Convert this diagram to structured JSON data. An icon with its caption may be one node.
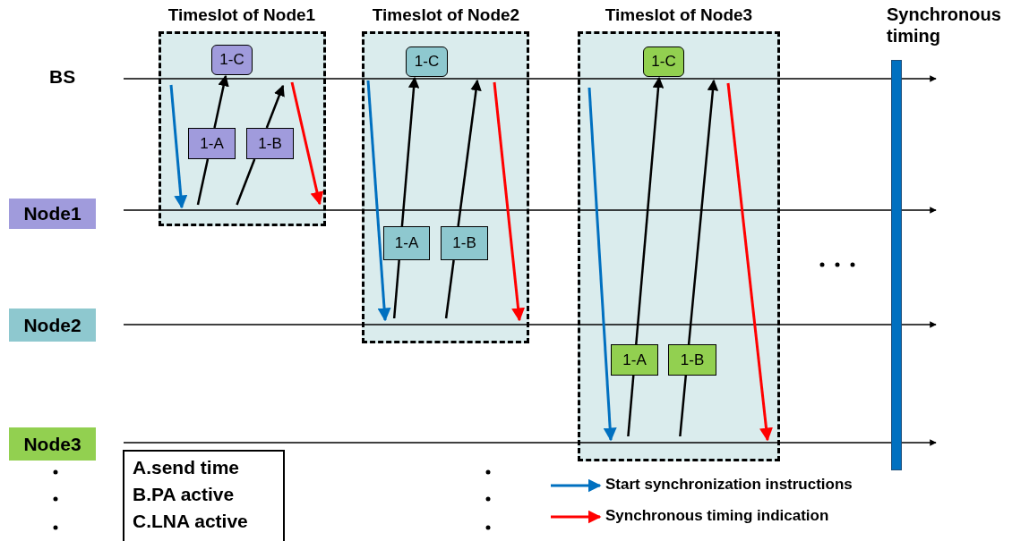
{
  "diagram": {
    "nodes": [
      {
        "text": [
          "Timeslot of Node1"
        ]
      },
      {
        "text": [
          "1-C"
        ],
        "in": 0
      },
      {
        "text": [
          "1-A"
        ],
        "in": 0
      },
      {
        "text": [
          "1-B"
        ],
        "in": 0
      },
      {
        "text": [
          "Timeslot of Node2"
        ]
      },
      {
        "text": [
          "1-C"
        ],
        "in": 4
      },
      {
        "text": [
          "1-A"
        ],
        "in": 4
      },
      {
        "text": [
          "1-B"
        ],
        "in": 4
      },
      {
        "text": [
          "Timeslot of Node3"
        ]
      },
      {
        "text": [
          "1-C"
        ],
        "in": 8
      },
      {
        "text": [
          "1-A"
        ],
        "in": 8
      },
      {
        "text": [
          "1-B"
        ],
        "in": 8
      },
      {
        "text": [
          "Synchronous timing"
        ]
      },
      {
        "text": [
          "Node1"
        ]
      },
      {
        "text": [
          "Node2"
        ]
      },
      {
        "text": [
          "Node3"
        ]
      },
      {
        "text": [
          "A.send time",
          "B.PA active",
          "C.LNA active"
        ]
      }
    ],
    "edges": [
      {
        "from": 2,
        "to": 1,
        "arrow": "to"
      },
      {
        "from": 3,
        "to": null,
        "arrow": "to"
      },
      {
        "from": 6,
        "to": 5,
        "arrow": "to"
      },
      {
        "from": 7,
        "to": null,
        "arrow": "to"
      },
      {
        "from": 10,
        "to": 9,
        "arrow": "to"
      },
      {
        "from": 11,
        "to": null,
        "arrow": "to"
      }
    ],
    "labels": [
      "BS"
    ],
    "legend": [
      {
        "text": "Start synchronization instructions"
      },
      {
        "text": "Synchronous timing indication"
      }
    ]
  }
}
